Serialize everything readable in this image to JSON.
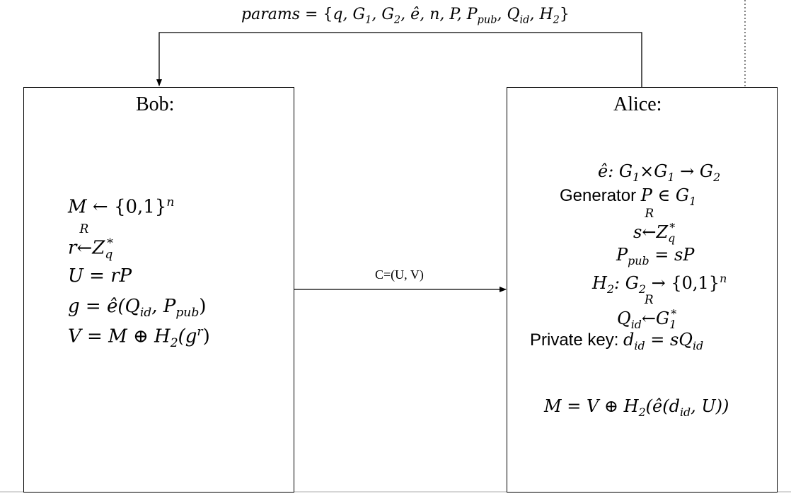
{
  "params": {
    "lhs": "params",
    "set_items": [
      "q",
      "G",
      "G",
      "ê",
      "n",
      "P",
      "P",
      "Q",
      "H"
    ],
    "subscripts": {
      "g1": "1",
      "g2": "2",
      "ppub": "pub",
      "qid": "id",
      "h2": "2"
    }
  },
  "bob": {
    "title": "Bob:",
    "lines": {
      "l1_lhs": "M",
      "l1_rhs": "{0,1}",
      "l1_sup": "n",
      "l2_lhs": "r",
      "l2_arrow_label": "R",
      "l2_rhs": "Z",
      "l2_sub": "q",
      "l2_sup": "*",
      "l3": "U = rP",
      "l4_lhs": "g = ê(Q",
      "l4_sub1": "id",
      "l4_mid": ", P",
      "l4_sub2": "pub",
      "l4_end": ")",
      "l5_lhs": "V = M ⊕ H",
      "l5_sub": "2",
      "l5_mid": "(g",
      "l5_sup": "r",
      "l5_end": ")"
    }
  },
  "message": {
    "label": "C=(U, V)"
  },
  "alice": {
    "title": "Alice:",
    "lines": {
      "a1": "ê: G",
      "a1_s1": "1",
      "a1_x": "×G",
      "a1_s2": "1",
      "a1_arrow": " → G",
      "a1_s3": "2",
      "a2_text": "Generator ",
      "a2_math": "P ∈ G",
      "a2_sub": "1",
      "a3_lhs": "s",
      "a3_arrow_label": "R",
      "a3_rhs": "Z",
      "a3_sub": "q",
      "a3_sup": "*",
      "a4_lhs": "P",
      "a4_sub": "pub",
      "a4_rhs": " = sP",
      "a5_lhs": "H",
      "a5_sub1": "2",
      "a5_mid": ": G",
      "a5_sub2": "2",
      "a5_rhs": " → {0,1}",
      "a5_sup": "n",
      "a6_lhs": "Q",
      "a6_sub": "id",
      "a6_arrow_label": "R",
      "a6_rhs": "G",
      "a6_rsub": "1",
      "a6_rsup": "*",
      "a7_text": "Private key:  ",
      "a7_lhs": "d",
      "a7_sub1": "id",
      "a7_mid": " = sQ",
      "a7_sub2": "id",
      "a8_lhs": "M = V ⊕ H",
      "a8_sub1": "2",
      "a8_mid": "(ê(d",
      "a8_sub2": "id",
      "a8_end": ", U))"
    }
  }
}
